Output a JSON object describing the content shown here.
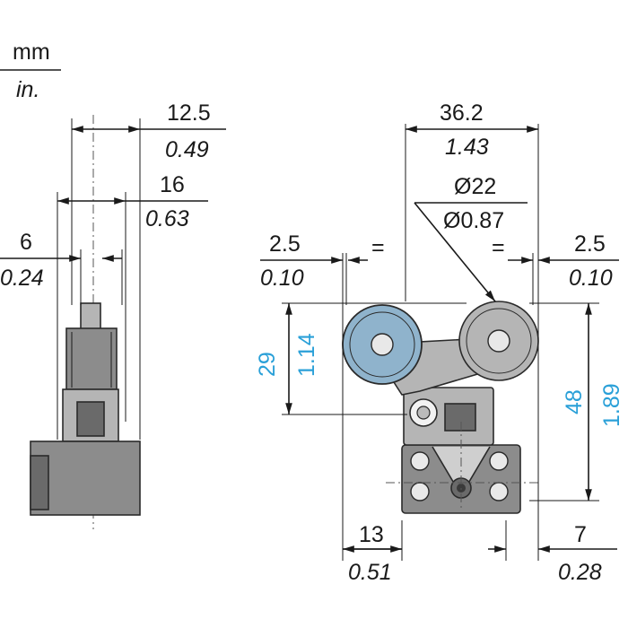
{
  "units": {
    "top": "mm",
    "bottom": "in."
  },
  "left_view": {
    "dim_12_5": {
      "mm": "12.5",
      "in": "0.49"
    },
    "dim_16": {
      "mm": "16",
      "in": "0.63"
    },
    "dim_6": {
      "mm": "6",
      "in": "0.24"
    }
  },
  "right_view": {
    "dim_36_2": {
      "mm": "36.2",
      "in": "1.43"
    },
    "dim_22": {
      "mm": "Ø22",
      "in": "Ø0.87"
    },
    "dim_2_5_left": {
      "mm": "2.5",
      "in": "0.10",
      "eq": "="
    },
    "dim_2_5_right": {
      "mm": "2.5",
      "in": "0.10",
      "eq": "="
    },
    "dim_29": {
      "mm": "29",
      "in": "1.14"
    },
    "dim_48": {
      "mm": "48",
      "in": "1.89"
    },
    "dim_13": {
      "mm": "13",
      "in": "0.51"
    },
    "dim_7": {
      "mm": "7",
      "in": "0.28"
    }
  },
  "colors": {
    "accent_blue": "#2aa0d8",
    "ink": "#1a1a1a"
  }
}
